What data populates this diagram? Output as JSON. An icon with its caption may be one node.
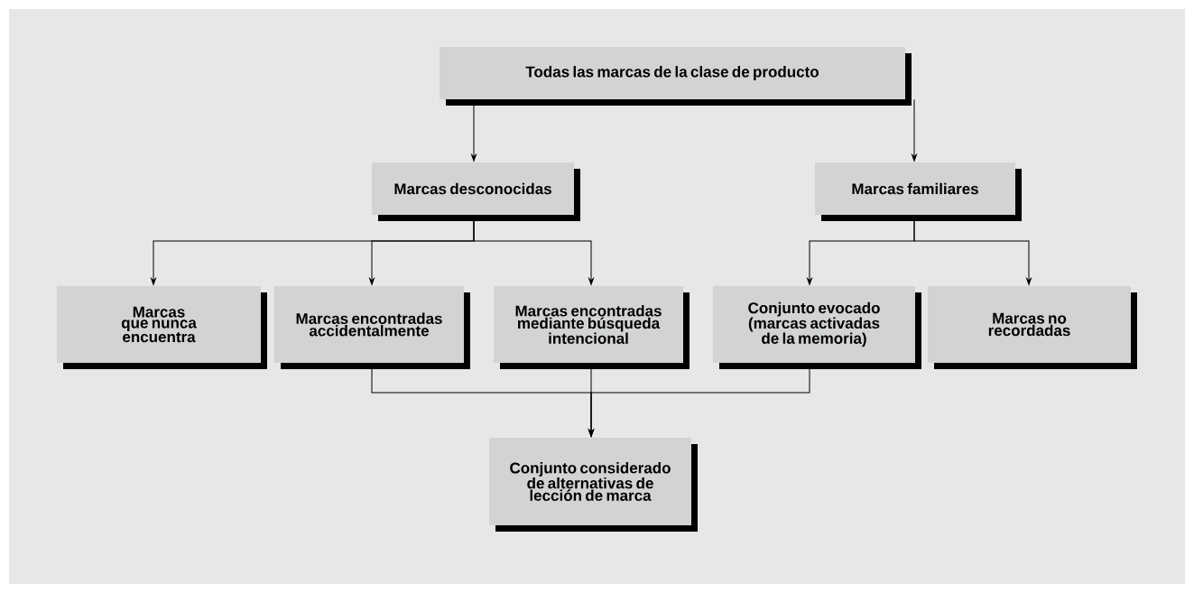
{
  "diagram": {
    "nodes": [
      {
        "text": [
          "Todas las marcas de la clase de producto"
        ]
      },
      {
        "text": [
          "Marcas desconocidas"
        ]
      },
      {
        "text": [
          "Marcas familiares"
        ]
      },
      {
        "text": [
          "Marcas que nunca encuentra"
        ]
      },
      {
        "text": [
          "Marcas encontradas accidentalmente"
        ]
      },
      {
        "text": [
          "Marcas encontradas mediante búsqueda intencional"
        ]
      },
      {
        "text": [
          "Conjunto evocado (marcas activadas de la memoria)"
        ]
      },
      {
        "text": [
          "Marcas no recordadas"
        ]
      },
      {
        "text": [
          "Conjunto considerado de alternativas de lección de marca"
        ]
      }
    ],
    "edges": [
      {
        "from": 0,
        "to": 1,
        "arrow": "to"
      },
      {
        "from": 0,
        "to": 2,
        "arrow": "to"
      },
      {
        "from": 1,
        "to": 3,
        "arrow": "to"
      },
      {
        "from": 1,
        "to": 4,
        "arrow": "to"
      },
      {
        "from": 1,
        "to": 5,
        "arrow": "to"
      },
      {
        "from": 2,
        "to": 6,
        "arrow": "to"
      },
      {
        "from": 2,
        "to": 7,
        "arrow": "to"
      },
      {
        "from": 4,
        "to": 8,
        "arrow": "to"
      },
      {
        "from": 5,
        "to": 8,
        "arrow": "to"
      },
      {
        "from": 6,
        "to": 8,
        "arrow": "to"
      }
    ]
  }
}
